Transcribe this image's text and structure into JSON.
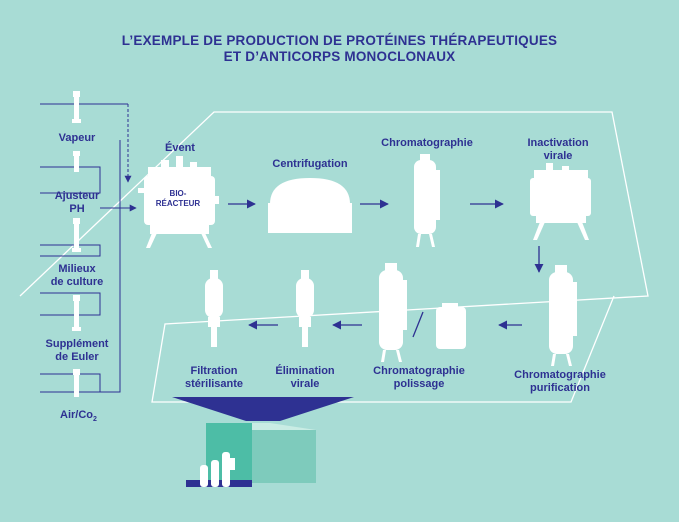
{
  "title": {
    "line1": "L’EXEMPLE DE PRODUCTION DE PROTÉINES THÉRAPEUTIQUES",
    "line2": "ET D’ANTICORPS MONOCLONAUX"
  },
  "inputs": {
    "vapeur": "Vapeur",
    "ajusteur_1": "Ajusteur",
    "ajusteur_2": "PH",
    "milieux_1": "Milieux",
    "milieux_2": "de culture",
    "supplement_1": "Supplément",
    "supplement_2": "de Euler",
    "air": "Air/Co",
    "air_sub": "2"
  },
  "steps": {
    "event": "Évent",
    "bioreactor_1": "BIO-",
    "bioreactor_2": "RÉACTEUR",
    "centrifugation": "Centrifugation",
    "chromatographie": "Chromatographie",
    "inactivation_1": "Inactivation",
    "inactivation_2": "virale",
    "chromato_purif_1": "Chromatographie",
    "chromato_purif_2": "purification",
    "chromato_pol_1": "Chromatographie",
    "chromato_pol_2": "polissage",
    "elimination_1": "Élimination",
    "elimination_2": "virale",
    "filtration_1": "Filtration",
    "filtration_2": "stérilisante"
  },
  "colors": {
    "background": "#a8dcd5",
    "navy": "#2e3192",
    "white": "#ffffff",
    "building_front": "#4dbda6",
    "building_side": "#7ecbbc",
    "building_roof": "#c9ece4"
  }
}
